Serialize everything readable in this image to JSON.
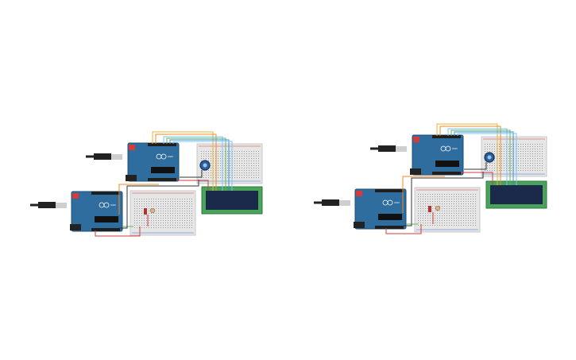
{
  "canvas": {
    "background": "#ffffff"
  },
  "colors": {
    "arduino_board": "#2e6d9e",
    "arduino_dark": "#1f4f75",
    "breadboard": "#e6e6e6",
    "breadboard_hole": "#9a9a9a",
    "rail_red": "#d43b3b",
    "rail_blue": "#3b6fd4",
    "lcd_pcb": "#4aa35a",
    "lcd_screen": "#1b2a4a",
    "usb_cable": "#222222",
    "usb_plug": "#cfcfcf",
    "wire_yellow": "#e8b62c",
    "wire_orange": "#f08a24",
    "wire_green": "#5cb85c",
    "wire_blue": "#3a8fd8",
    "wire_lightblue": "#7cc6f0",
    "wire_red": "#d43b3b",
    "wire_black": "#333333",
    "potentiometer": "#2a5f9e",
    "led_red": "#b8322c",
    "resistor": "#d9b38c"
  },
  "circuits": [
    {
      "id": "left-circuit",
      "components": [
        "usb-cable",
        "arduino-uno",
        "usb-cable",
        "arduino-uno",
        "breadboard",
        "breadboard",
        "lcd-16x2",
        "potentiometer",
        "led",
        "resistor"
      ]
    },
    {
      "id": "right-circuit",
      "components": [
        "usb-cable",
        "arduino-uno",
        "usb-cable",
        "arduino-uno",
        "breadboard",
        "breadboard",
        "lcd-16x2",
        "potentiometer",
        "led",
        "resistor"
      ]
    }
  ],
  "board_text": {
    "arduino_logo": "∞",
    "uno_label": "UNO"
  }
}
